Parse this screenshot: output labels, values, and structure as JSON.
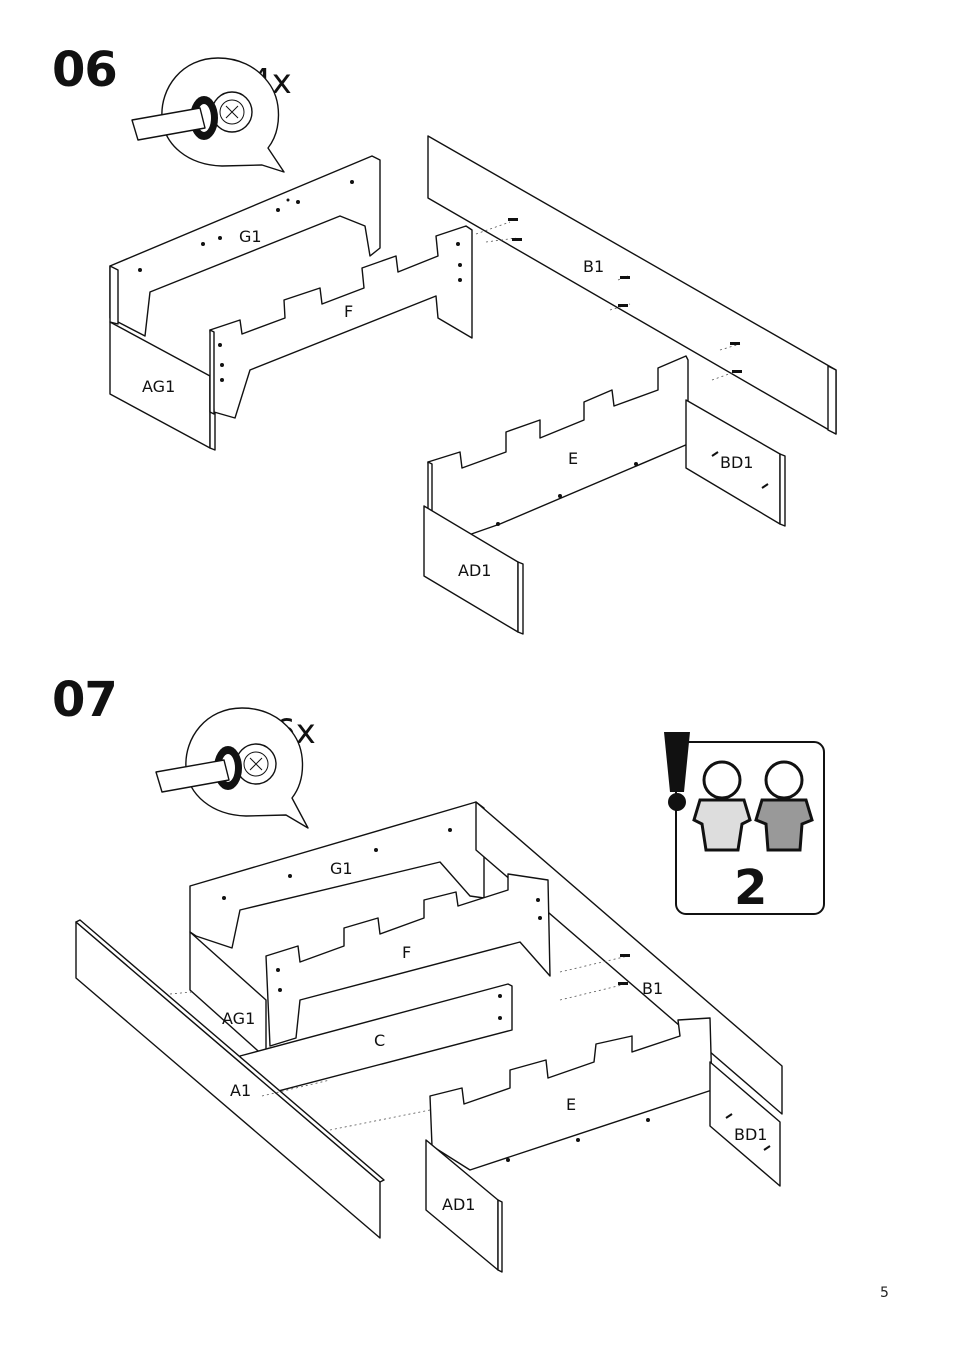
{
  "steps": [
    {
      "number": "06",
      "quantity": "4x",
      "parts": {
        "g": "G1",
        "f": "F",
        "ag": "AG1",
        "b": "B1",
        "e": "E",
        "bd": "BD1",
        "ad": "AD1"
      }
    },
    {
      "number": "07",
      "quantity": "6x",
      "parts": {
        "g": "G1",
        "f": "F",
        "ag": "AG1",
        "c": "C",
        "a": "A1",
        "b": "B1",
        "e": "E",
        "bd": "BD1",
        "ad": "AD1"
      },
      "notice": {
        "people_count": "2",
        "icons": [
          "exclamation-icon",
          "two-people-icon"
        ]
      }
    }
  ],
  "icons": {
    "screwdriver": "screwdriver-cam-lock-icon"
  },
  "page_number": "5"
}
